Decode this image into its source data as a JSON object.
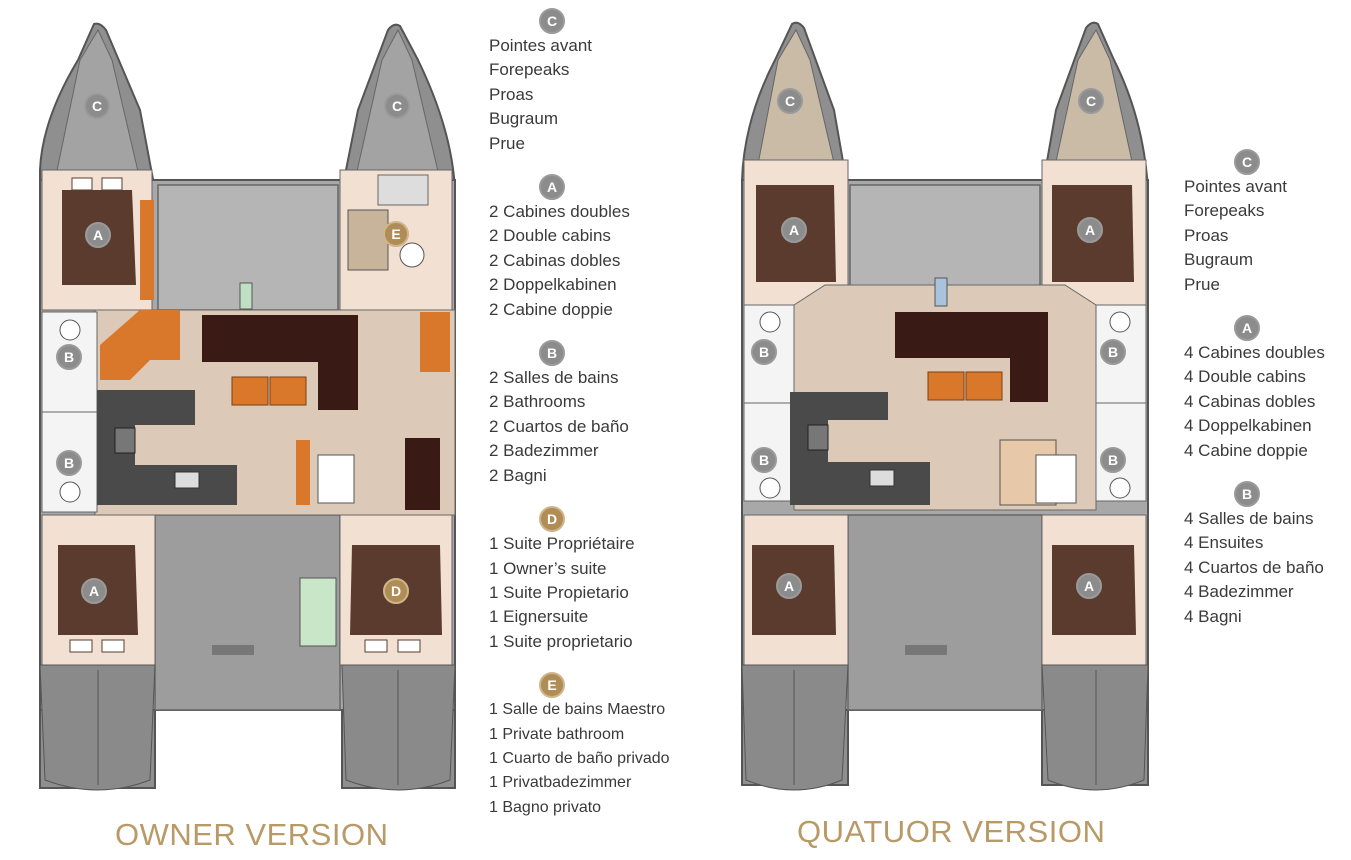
{
  "owner": {
    "title": "OWNER VERSION",
    "plan_markers": [
      "C",
      "C",
      "A",
      "E",
      "B",
      "B",
      "A",
      "D"
    ]
  },
  "quatuor": {
    "title": "QUATUOR VERSION",
    "plan_markers": [
      "C",
      "C",
      "A",
      "A",
      "B",
      "B",
      "B",
      "B",
      "A",
      "A"
    ]
  },
  "owner_legend": [
    {
      "key": "C",
      "color": "gray",
      "lines": [
        "Pointes avant",
        "Forepeaks",
        "Proas",
        "Bugraum",
        "Prue"
      ]
    },
    {
      "key": "A",
      "color": "gray",
      "lines": [
        "2 Cabines doubles",
        "2 Double cabins",
        "2 Cabinas dobles",
        "2 Doppelkabinen",
        "2 Cabine doppie"
      ]
    },
    {
      "key": "B",
      "color": "gray",
      "lines": [
        "2 Salles de bains",
        "2 Bathrooms",
        "2 Cuartos de baño",
        "2 Badezimmer",
        "2 Bagni"
      ]
    },
    {
      "key": "D",
      "color": "gold",
      "lines": [
        "1 Suite Propriétaire",
        "1 Owner’s suite",
        "1 Suite Propietario",
        "1 Eignersuite",
        "1 Suite proprietario"
      ]
    },
    {
      "key": "E",
      "color": "gold",
      "lines": [
        "1 Salle de bains Maestro",
        "1 Private bathroom",
        "1 Cuarto de baño privado",
        "1 Privatbadezimmer",
        "1 Bagno privato"
      ]
    }
  ],
  "quatuor_legend": [
    {
      "key": "C",
      "color": "gray",
      "lines": [
        "Pointes avant",
        "Forepeaks",
        "Proas",
        "Bugraum",
        "Prue"
      ]
    },
    {
      "key": "A",
      "color": "gray",
      "lines": [
        "4 Cabines doubles",
        "4 Double cabins",
        "4 Cabinas dobles",
        "4 Doppelkabinen",
        "4 Cabine doppie"
      ]
    },
    {
      "key": "B",
      "color": "gray",
      "lines": [
        "4 Salles de bains",
        "4 Ensuites",
        "4 Cuartos de baño",
        "4 Badezimmer",
        "4 Bagni"
      ]
    }
  ],
  "colors": {
    "accent_gold": "#b99a67",
    "badge_gray": "#8c8c8c",
    "badge_gold": "#b08d56",
    "hull_gray": "#9a9a9a",
    "cabin_brown": "#5a3b2e",
    "wood_orange": "#d9772b",
    "saloon_floor": "#dcc9b8",
    "galley_dark": "#4a4a4a"
  }
}
